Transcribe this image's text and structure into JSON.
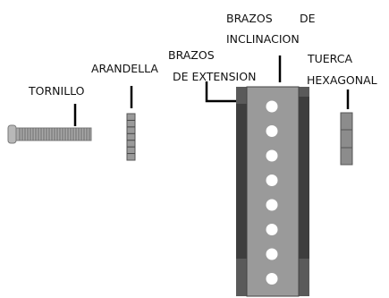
{
  "labels": {
    "tornillo": "TORNILLO",
    "arandella": "ARANDELLA",
    "brazos_ext_line1": "BRAZOS",
    "brazos_ext_line2": "DE EXTENSION",
    "brazos_inc_line1": "BRAZOS",
    "brazos_inc_line1b": "DE",
    "brazos_inc_line2": "INCLINACION",
    "tuerca_line1": "TUERCA",
    "tuerca_line2": "HEXAGONAL"
  },
  "colors": {
    "bracket_outer": "#5a5a5a",
    "bracket_inner": "#9a9a9a",
    "bolt": "#a8a8a8",
    "holes": "#ffffff",
    "leader": "#000000"
  },
  "parts": {
    "bracket_hole_count": 8,
    "washer_segments": 7
  }
}
